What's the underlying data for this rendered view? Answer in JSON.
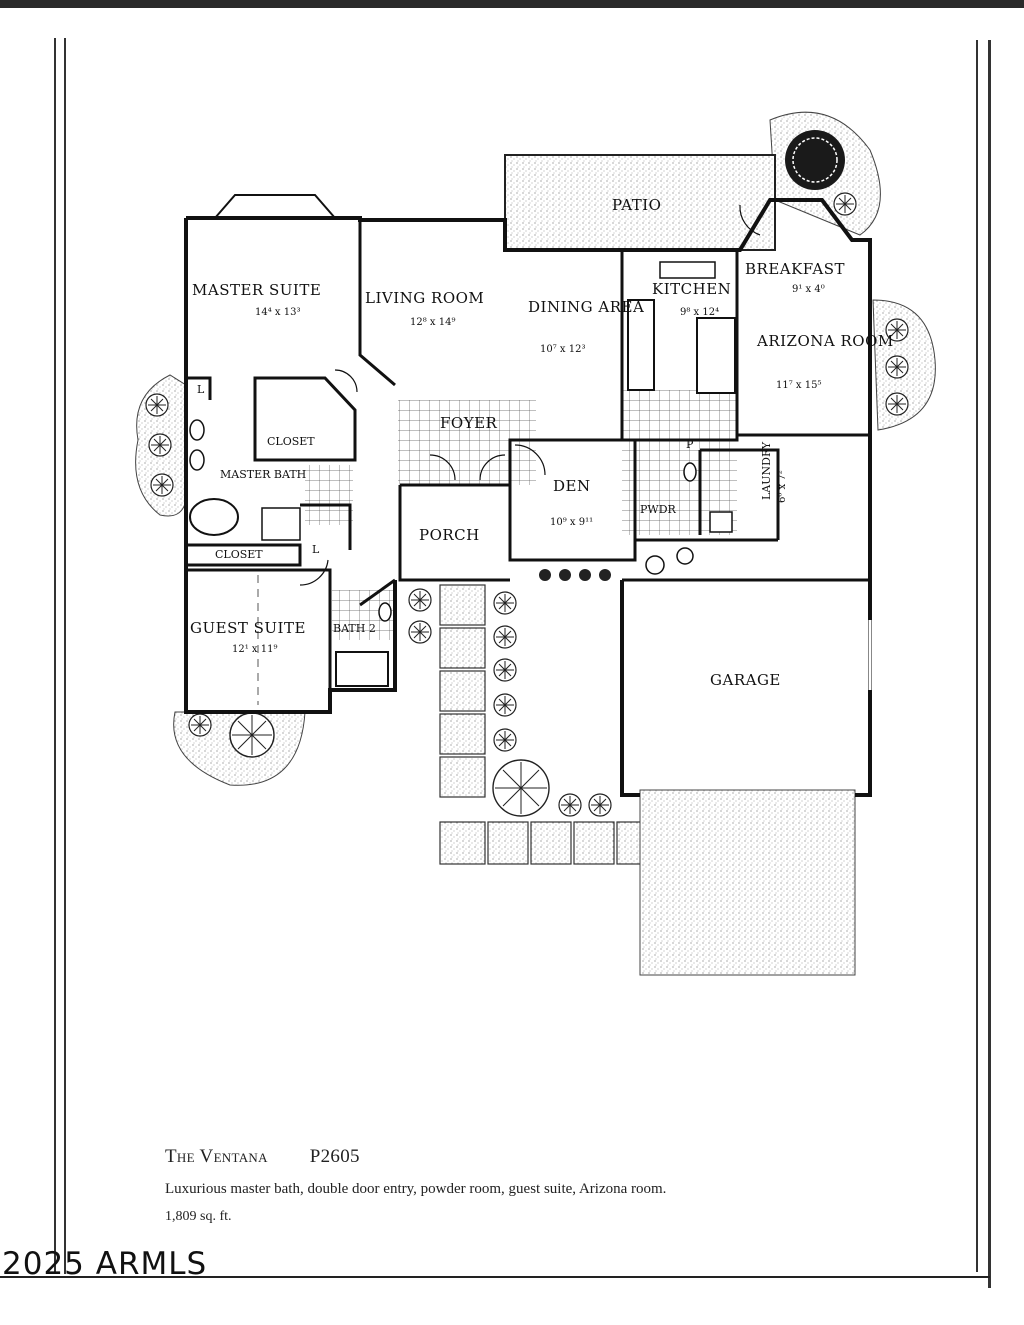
{
  "plan": {
    "rooms": [
      {
        "id": "master-suite",
        "name": "MASTER SUITE",
        "dims": "14⁴ x 13³"
      },
      {
        "id": "living-room",
        "name": "LIVING ROOM",
        "dims": "12⁸ x 14⁹"
      },
      {
        "id": "dining-area",
        "name": "DINING AREA",
        "dims": "10⁷ x 12³"
      },
      {
        "id": "kitchen",
        "name": "KITCHEN",
        "dims": "9⁸ x 12⁴"
      },
      {
        "id": "breakfast",
        "name": "BREAKFAST",
        "dims": "9¹ x 4⁰"
      },
      {
        "id": "arizona-room",
        "name": "ARIZONA ROOM",
        "dims": "11⁷ x 15⁵"
      },
      {
        "id": "patio",
        "name": "PATIO",
        "dims": ""
      },
      {
        "id": "foyer",
        "name": "FOYER",
        "dims": ""
      },
      {
        "id": "closet-1",
        "name": "CLOSET",
        "dims": ""
      },
      {
        "id": "master-bath",
        "name": "MASTER BATH",
        "dims": ""
      },
      {
        "id": "closet-2",
        "name": "CLOSET",
        "dims": ""
      },
      {
        "id": "den",
        "name": "DEN",
        "dims": "10⁹ x 9¹¹"
      },
      {
        "id": "porch",
        "name": "PORCH",
        "dims": ""
      },
      {
        "id": "powder",
        "name": "PWDR",
        "dims": ""
      },
      {
        "id": "laundry",
        "name": "LAUNDRY",
        "dims": "6⁰ x 7²"
      },
      {
        "id": "guest-suite",
        "name": "GUEST SUITE",
        "dims": "12¹ x 11⁹"
      },
      {
        "id": "bath-2",
        "name": "BATH 2",
        "dims": ""
      },
      {
        "id": "garage",
        "name": "GARAGE",
        "dims": ""
      }
    ],
    "linen_marks": [
      "L",
      "L"
    ],
    "powder_mark": "P"
  },
  "caption": {
    "title": "The Ventana",
    "code": "P2605",
    "description": "Luxurious master bath, double door entry, powder room, guest suite, Arizona room.",
    "area": "1,809 sq. ft."
  },
  "watermark": "2025 ARMLS",
  "colors": {
    "ink": "#1a1a1a",
    "stipple": "#8a8a8a",
    "paper": "#ffffff"
  }
}
